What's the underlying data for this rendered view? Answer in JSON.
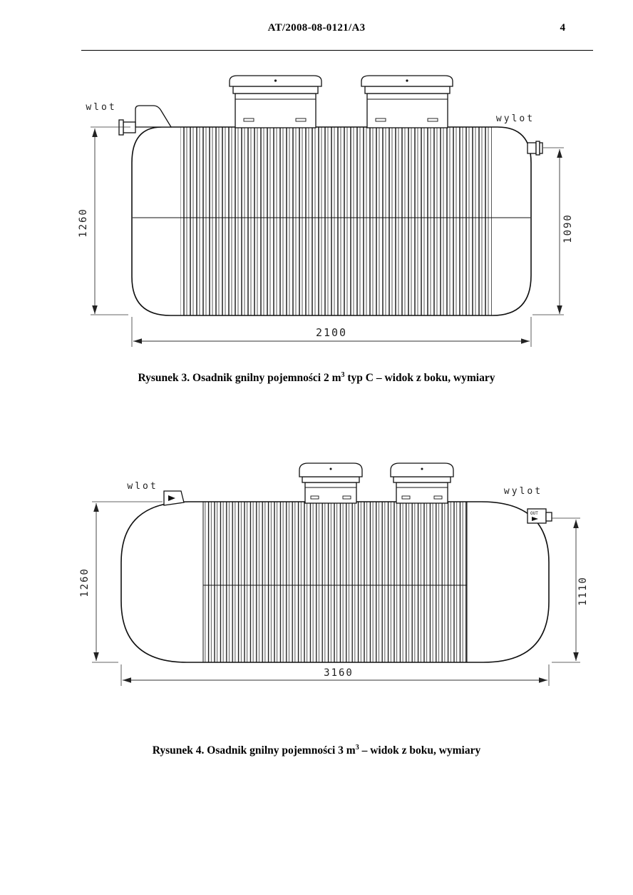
{
  "header": {
    "doc_number": "AT/2008-08-0121/A3",
    "page_number": "4"
  },
  "figure3": {
    "inlet_label": "wlot",
    "outlet_label": "wylot",
    "dim_left": "1260",
    "dim_right": "1090",
    "dim_bottom": "2100",
    "caption_prefix": "Rysunek 3. Osadnik gnilny pojemności 2 m",
    "caption_sup": "3",
    "caption_suffix": " typ C – widok z boku, wymiary"
  },
  "figure4": {
    "inlet_label": "wlot",
    "outlet_label": "wylot",
    "outlet_marking": "OUT",
    "dim_left": "1260",
    "dim_right": "1110",
    "dim_bottom": "3160",
    "caption_prefix": "Rysunek 4. Osadnik gnilny pojemności 3 m",
    "caption_sup": "3",
    "caption_suffix": " – widok z boku, wymiary"
  }
}
